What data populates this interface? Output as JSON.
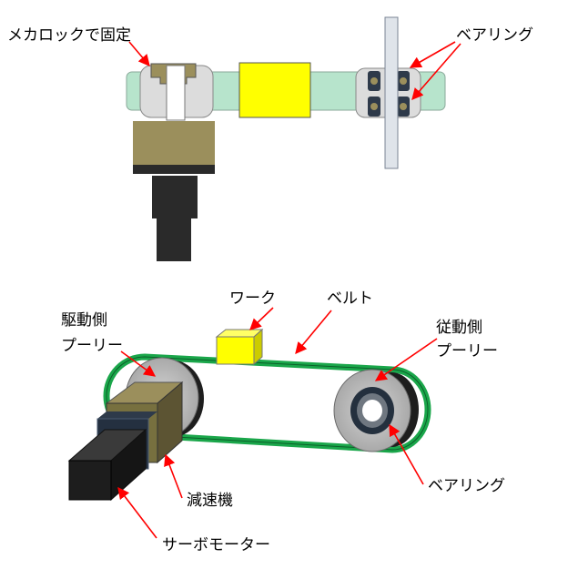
{
  "top_view": {
    "labels": {
      "mechalock": "メカロックで固定",
      "bearing": "ベアリング"
    }
  },
  "bottom_view": {
    "labels": {
      "work": "ワーク",
      "belt": "ベルト",
      "drive_pulley_line1": "駆動側",
      "drive_pulley_line2": "プーリー",
      "driven_pulley_line1": "従動側",
      "driven_pulley_line2": "プーリー",
      "bearing": "ベアリング",
      "reducer": "減速機",
      "servo_motor": "サーボモーター"
    }
  },
  "colors": {
    "shaft": "#b7e4cc",
    "housing": "#dcdcdc",
    "block": "#ffff00",
    "reducer_top": "#9b8f5c",
    "belt": "#1aa64a",
    "arrow": "#ff0000"
  }
}
